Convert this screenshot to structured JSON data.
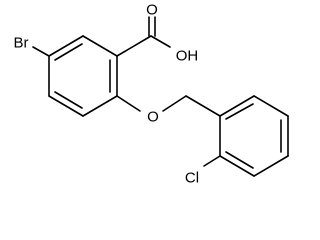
{
  "molecule": {
    "atoms": {
      "br": "Br",
      "o_carbonyl": "O",
      "oh": "OH",
      "o_ether": "O",
      "cl": "Cl"
    },
    "colors": {
      "bond": "#000000",
      "label": "#000000",
      "background": "#ffffff"
    }
  }
}
